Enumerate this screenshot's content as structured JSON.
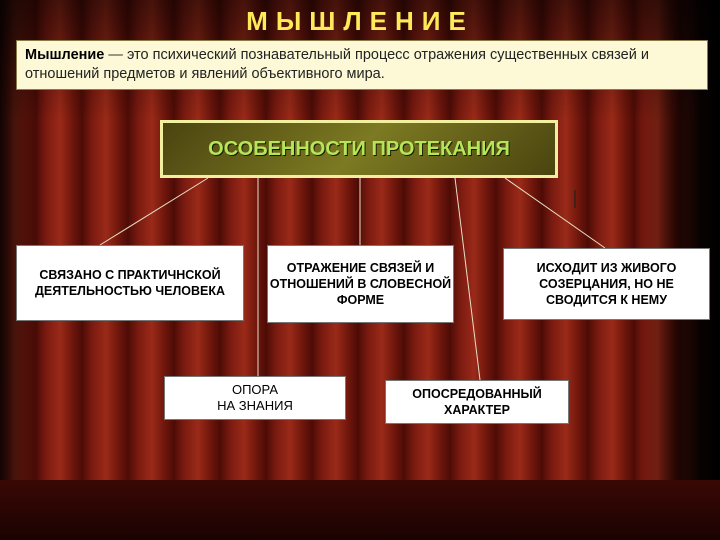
{
  "title": "МЫШЛЕНИЕ",
  "definition": {
    "term": "Мышление",
    "separator": " — ",
    "text": "это психический познавательный процесс отражения существенных связей и отношений предметов и явлений объективного мира."
  },
  "center": {
    "label": "ОСОБЕННОСТИ ПРОТЕКАНИЯ"
  },
  "nodes": [
    {
      "label": "СВЯЗАНО С ПРАКТИЧНСКОЙ ДЕЯТЕЛЬНОСТЬЮ ЧЕЛОВЕКА"
    },
    {
      "label": "ОТРАЖЕНИЕ СВЯЗЕЙ И ОТНОШЕНИЙ В СЛОВЕСНОЙ ФОРМЕ"
    },
    {
      "label": "ИСХОДИТ ИЗ ЖИВОГО СОЗЕРЦАНИЯ, НО НЕ СВОДИТСЯ К НЕМУ"
    },
    {
      "label": "ОПОРА\nНА ЗНАНИЯ"
    },
    {
      "label": "ОПОСРЕДОВАННЫЙ ХАРАКТЕР"
    }
  ],
  "colors": {
    "title": "#ffea5a",
    "center_text": "#b5e65a",
    "center_border": "#f2f0a0",
    "background": "#6a140b"
  }
}
